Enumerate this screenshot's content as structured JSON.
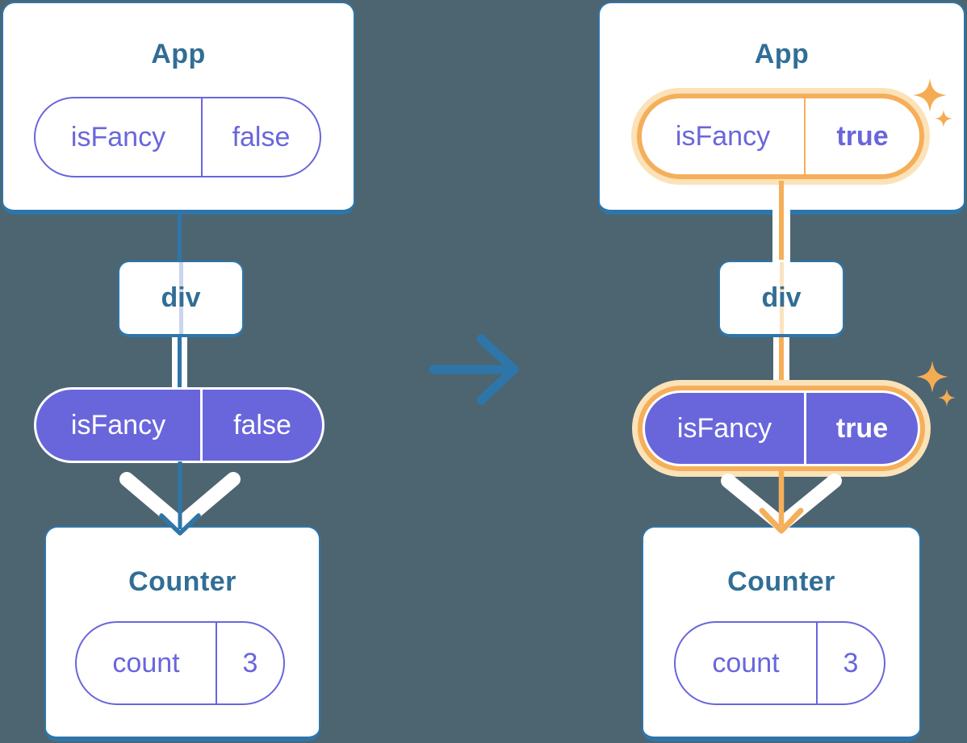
{
  "colors": {
    "background": "#4C6571",
    "card_border_blue": "#2E76A9",
    "node_title_teal": "#316E96",
    "state_purple": "#6966DC",
    "highlight_orange": "#F5AF5A",
    "highlight_halo": "#FBE2B8",
    "trace_faint_blue": "#CBD5EF",
    "trace_faint_orange": "#FAE3C0",
    "white": "#FFFFFF"
  },
  "before_tree": {
    "app": {
      "title": "App",
      "state_pill": {
        "key": "isFancy",
        "value": "false"
      }
    },
    "container": {
      "title": "div"
    },
    "props_pill": {
      "key": "isFancy",
      "value": "false"
    },
    "counter": {
      "title": "Counter",
      "state_pill": {
        "key": "count",
        "value": "3"
      }
    }
  },
  "after_tree": {
    "app": {
      "title": "App",
      "state_pill": {
        "key": "isFancy",
        "value": "true"
      }
    },
    "container": {
      "title": "div"
    },
    "props_pill": {
      "key": "isFancy",
      "value": "true"
    },
    "counter": {
      "title": "Counter",
      "state_pill": {
        "key": "count",
        "value": "3"
      }
    }
  },
  "icons": {
    "transition_arrow": "right-arrow",
    "sparkles": "sparkles",
    "pass_down_arrow": "down-arrow"
  }
}
